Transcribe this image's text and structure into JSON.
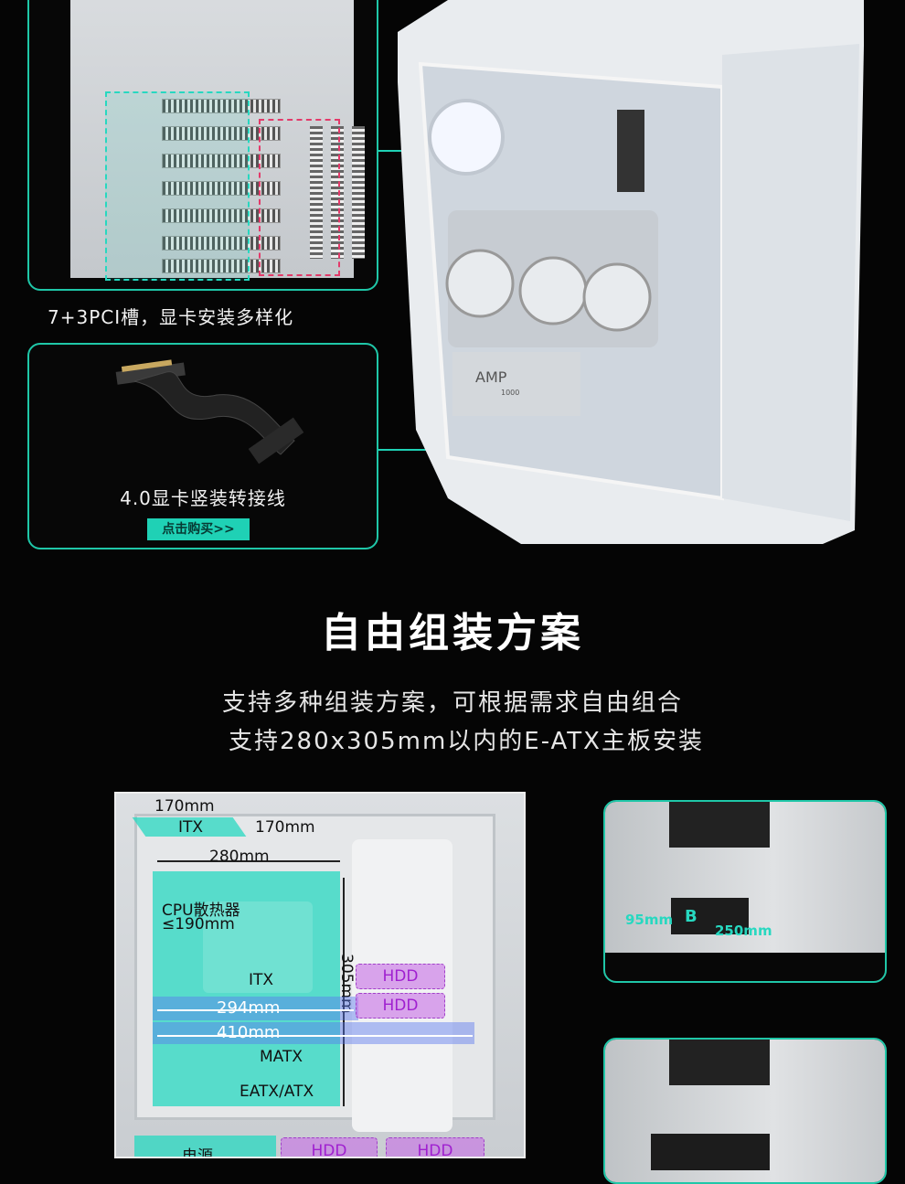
{
  "pci_card": {
    "caption": "7+3PCI槽，显卡安装多样化"
  },
  "riser_card": {
    "title": "4.0显卡竖装转接线",
    "buy_button": "点击购买>>"
  },
  "case_photo": {
    "psu_label": "AMP",
    "psu_sub": "1000"
  },
  "section": {
    "title": "自由组装方案",
    "subtitle_1": "支持多种组装方案，可根据需求自由组合",
    "subtitle_2": "支持280x305mm以内的E-ATX主板安装"
  },
  "diagram": {
    "top_170": "170mm",
    "itx_top": "ITX",
    "side_170": "170mm",
    "width_280": "280mm",
    "cpu_cooler": "CPU散热器",
    "cpu_limit": "≤190mm",
    "height_305": "305mm",
    "itx": "ITX",
    "gpu_294": "294mm",
    "gpu_410": "410mm",
    "matx": "MATX",
    "eatx": "EATX/ATX",
    "psu": "电源",
    "hdd": [
      "HDD",
      "HDD",
      "HDD",
      "HDD"
    ]
  },
  "side_card_1": {
    "label_b": "B",
    "dim_left": "95mm",
    "dim_right": "250mm"
  },
  "colors": {
    "accent": "#1fc7a8",
    "hdd": "#a020d0",
    "gpu_bar": "#5a78f0"
  }
}
